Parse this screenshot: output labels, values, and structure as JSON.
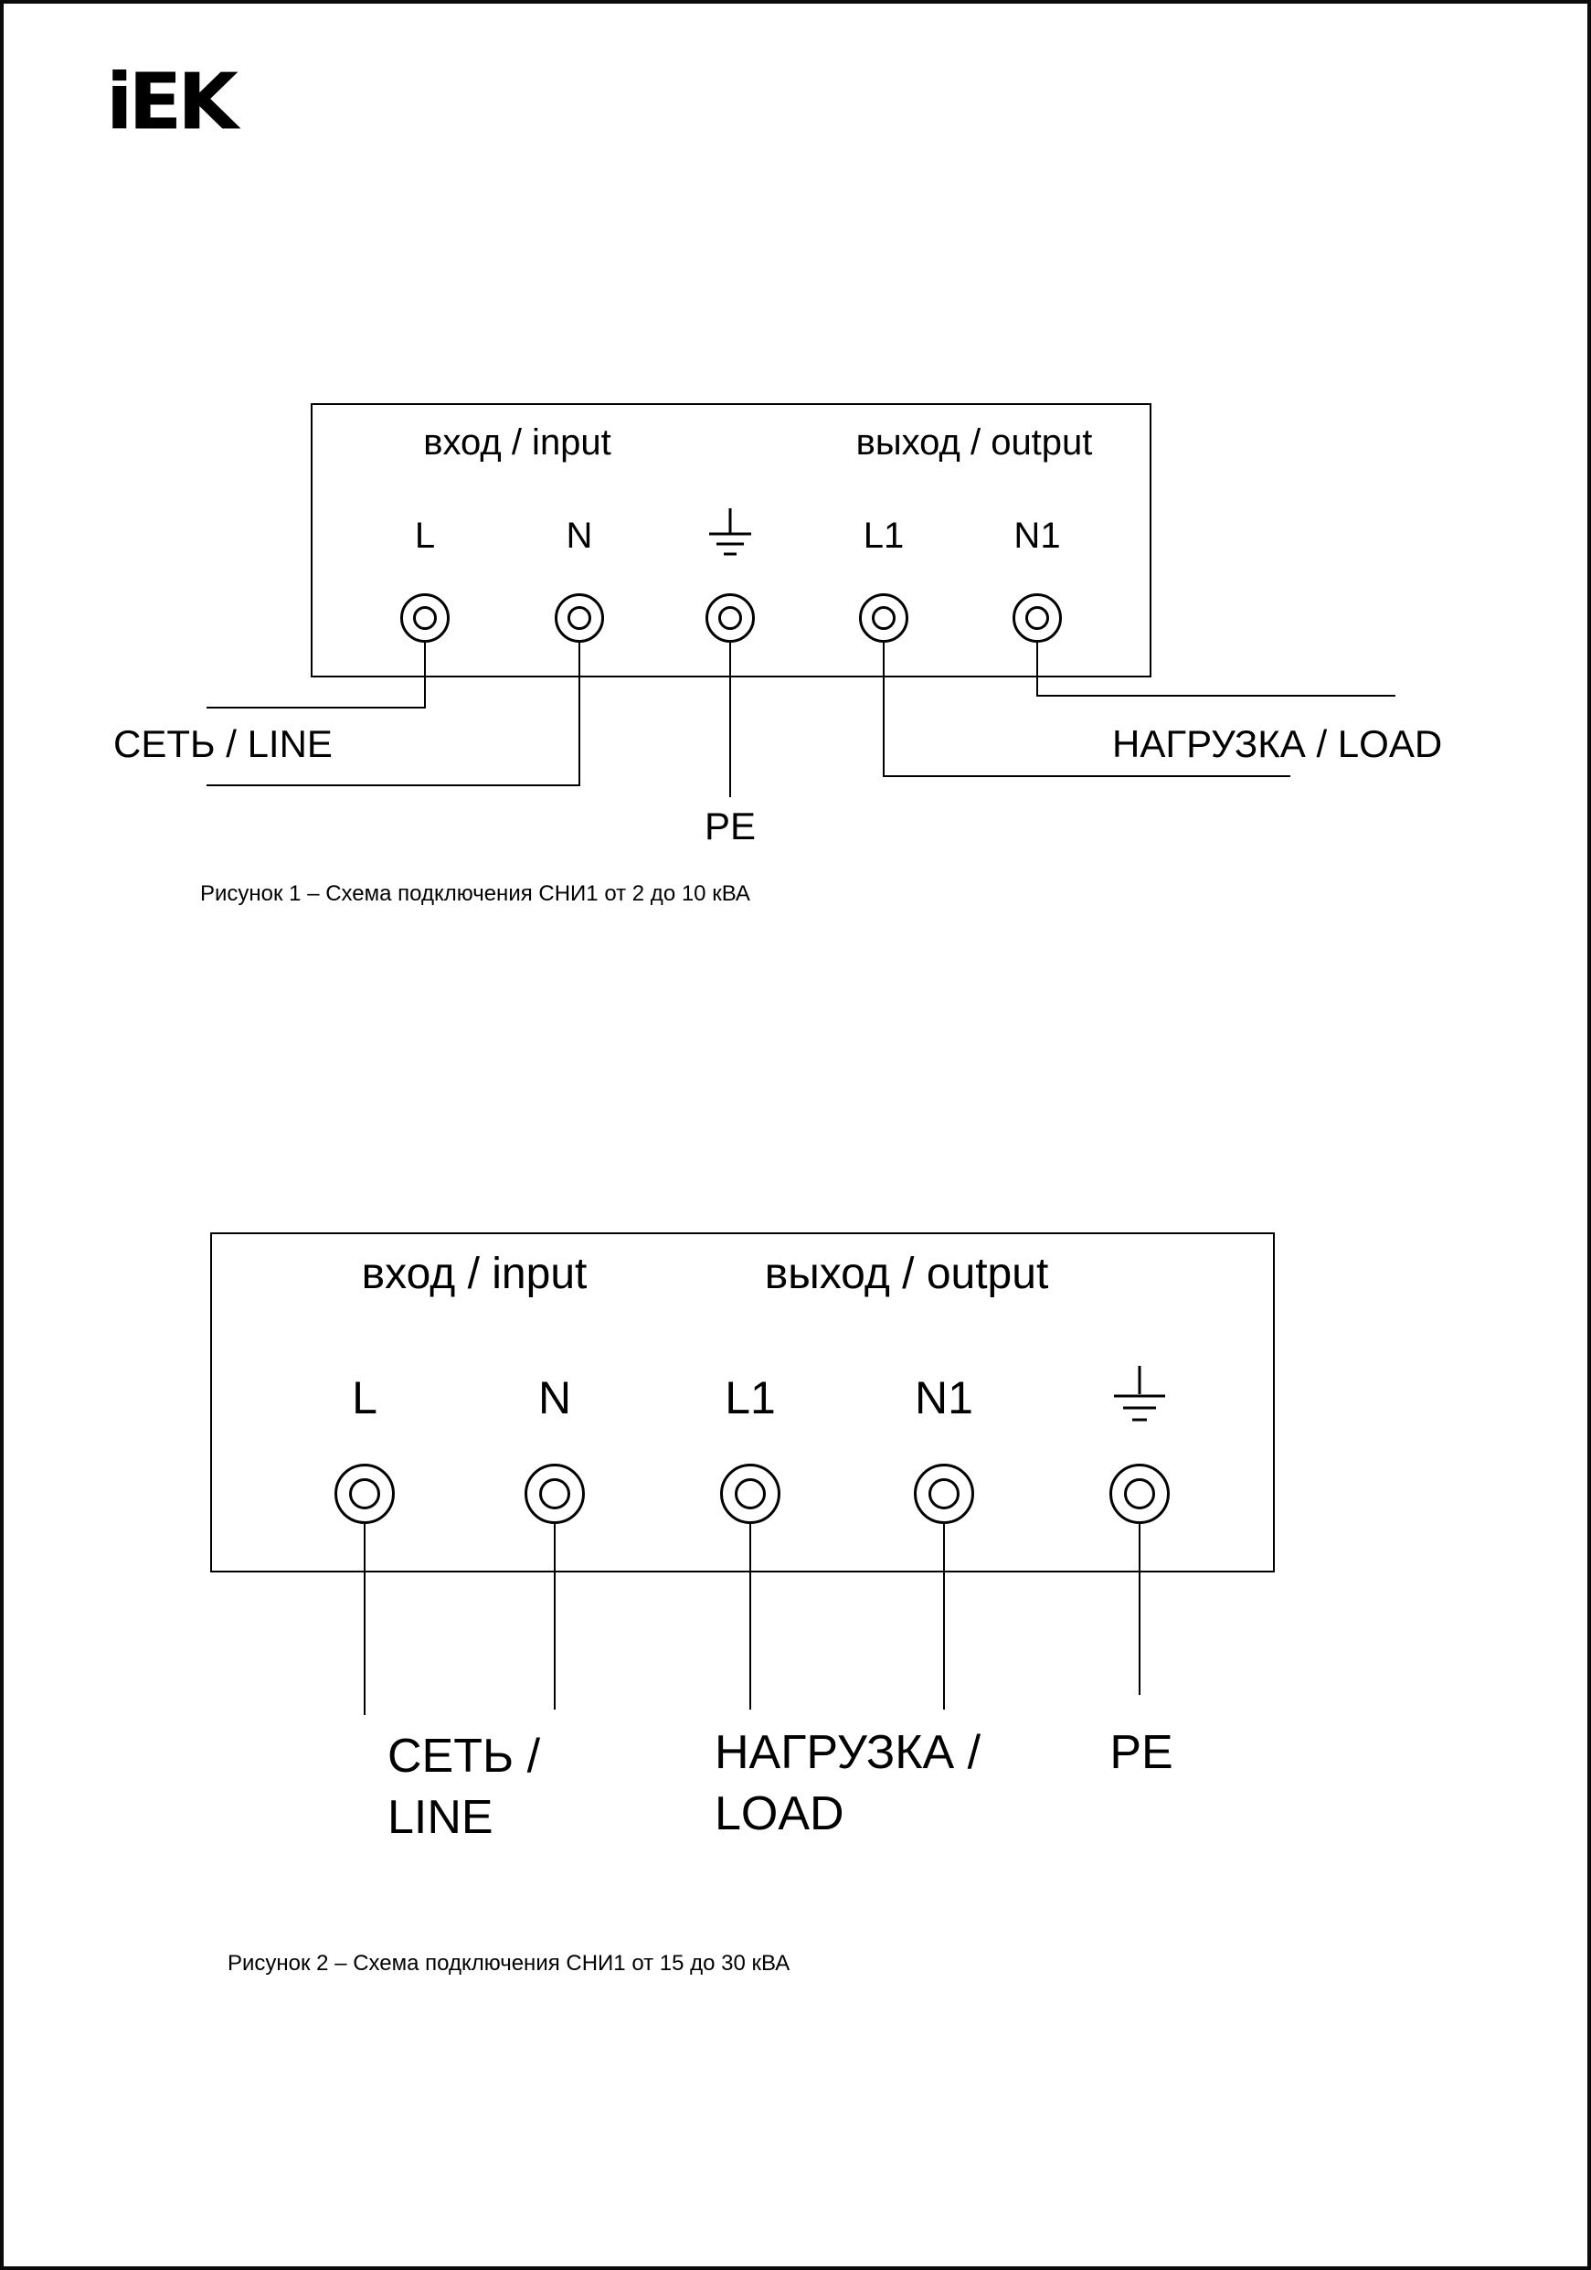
{
  "colors": {
    "ink": "#000000",
    "paper": "#ffffff"
  },
  "logo": {
    "text": "iEK"
  },
  "icons": {
    "ground": "earth-ground-icon",
    "terminal": "terminal-screw-icon"
  },
  "figure1": {
    "header": {
      "input": "вход / input",
      "output": "выход / output"
    },
    "terminals": {
      "l": "L",
      "n": "N",
      "l1": "L1",
      "n1": "N1"
    },
    "wire_labels": {
      "line": "СЕТЬ / LINE",
      "load": "НАГРУЗКА / LOAD",
      "pe": "PE"
    },
    "caption": "Рисунок 1 – Схема подключения СНИ1 от 2 до 10 кВА"
  },
  "figure2": {
    "header": {
      "input": "вход / input",
      "output": "выход / output"
    },
    "terminals": {
      "l": "L",
      "n": "N",
      "l1": "L1",
      "n1": "N1"
    },
    "wire_labels": {
      "line_line1": "СЕТЬ /",
      "line_line2": "LINE",
      "load_line1": "НАГРУЗКА /",
      "load_line2": "LOAD",
      "pe": "PE"
    },
    "caption": "Рисунок 2 – Схема подключения СНИ1 от 15 до 30 кВА"
  }
}
